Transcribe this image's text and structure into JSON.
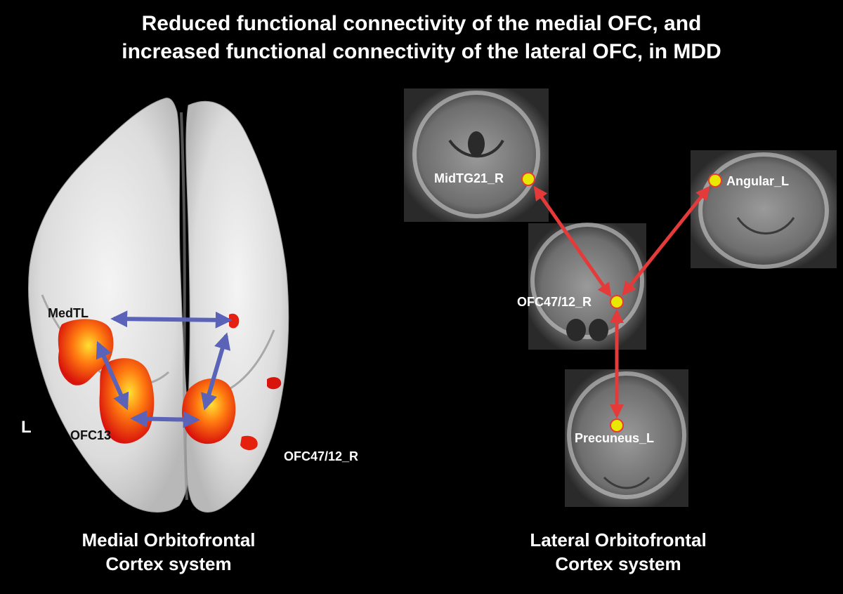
{
  "title": {
    "line1": "Reduced functional connectivity of the medial OFC, and",
    "line2": "increased functional connectivity of the lateral OFC, in MDD"
  },
  "medial": {
    "caption_line1": "Medial Orbitofrontal",
    "caption_line2": "Cortex system",
    "side_label": "L",
    "labels": {
      "medtl": "MedTL",
      "ofc13": "OFC13",
      "ofc47": "OFC47/12_R"
    },
    "arrow_color": "#5b63b8"
  },
  "lateral": {
    "caption_line1": "Lateral Orbitofrontal",
    "caption_line2": "Cortex system",
    "labels": {
      "midtg": "MidTG21_R",
      "angular": "Angular_L",
      "ofc47": "OFC47/12_R",
      "precuneus": "Precuneus_L"
    },
    "arrow_color": "#e53a3a"
  }
}
